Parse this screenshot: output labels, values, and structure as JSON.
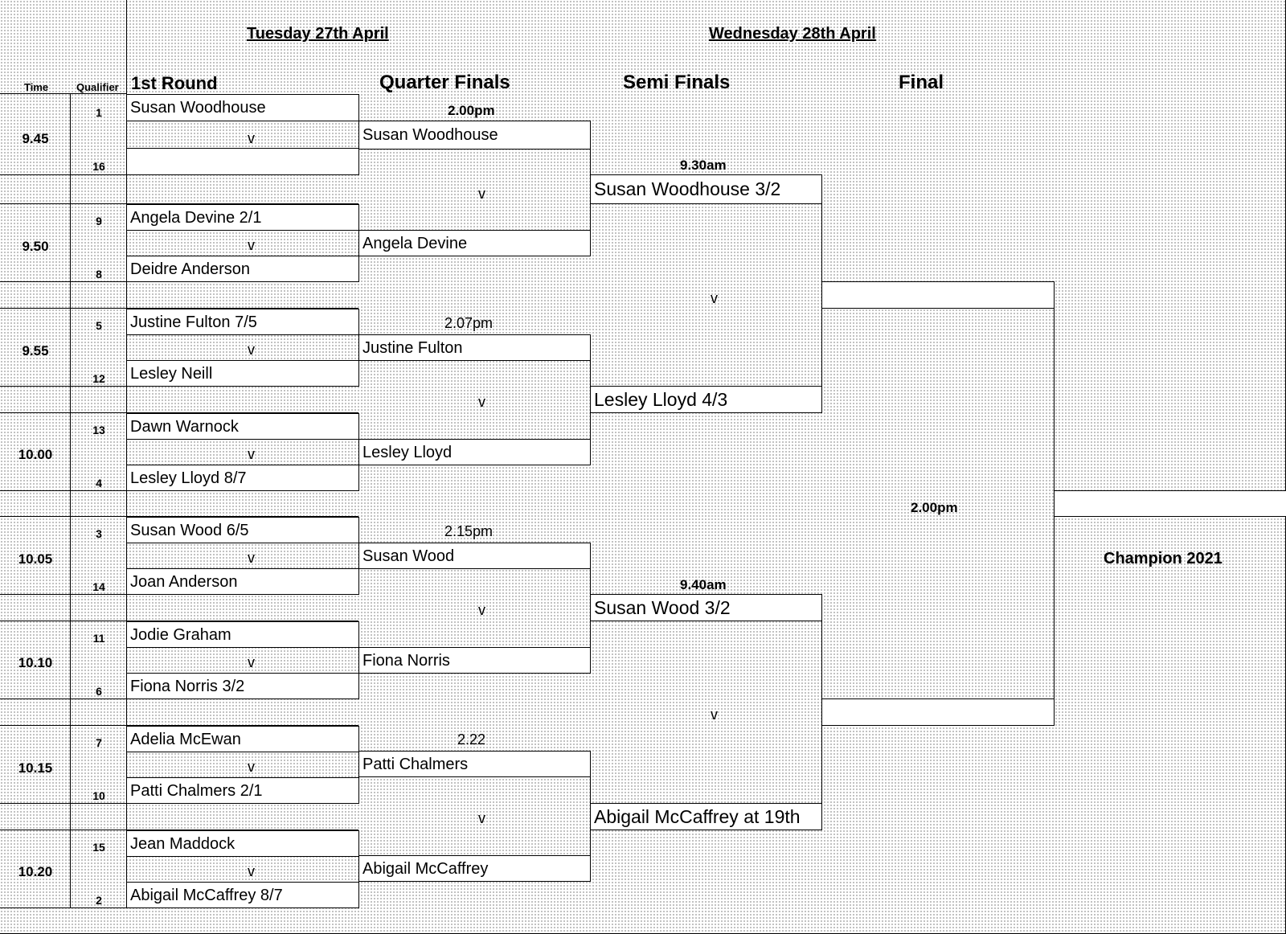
{
  "header": {
    "date_day1": "Tuesday 27th April",
    "date_day2": "Wednesday 28th April",
    "col_time": "Time",
    "col_qualifier": "Qualifier",
    "round1": "1st Round",
    "quarter_finals": "Quarter Finals",
    "semi_finals": "Semi Finals",
    "final": "Final"
  },
  "vs": "v",
  "first_round": [
    {
      "time": "9.45",
      "top": {
        "seed": "1",
        "name": "Susan Woodhouse"
      },
      "bottom": {
        "seed": "16",
        "name": ""
      }
    },
    {
      "time": "9.50",
      "top": {
        "seed": "9",
        "name": "Angela Devine    2/1"
      },
      "bottom": {
        "seed": "8",
        "name": "Deidre Anderson"
      }
    },
    {
      "time": "9.55",
      "top": {
        "seed": "5",
        "name": "Justine Fulton   7/5"
      },
      "bottom": {
        "seed": "12",
        "name": "Lesley Neill"
      }
    },
    {
      "time": "10.00",
      "top": {
        "seed": "13",
        "name": "Dawn Warnock"
      },
      "bottom": {
        "seed": "4",
        "name": "Lesley Lloyd     8/7"
      }
    },
    {
      "time": "10.05",
      "top": {
        "seed": "3",
        "name": "Susan Wood     6/5"
      },
      "bottom": {
        "seed": "14",
        "name": "Joan Anderson"
      }
    },
    {
      "time": "10.10",
      "top": {
        "seed": "11",
        "name": "Jodie Graham"
      },
      "bottom": {
        "seed": "6",
        "name": "Fiona Norris    3/2"
      }
    },
    {
      "time": "10.15",
      "top": {
        "seed": "7",
        "name": "Adelia McEwan"
      },
      "bottom": {
        "seed": "10",
        "name": "Patti Chalmers   2/1"
      }
    },
    {
      "time": "10.20",
      "top": {
        "seed": "15",
        "name": "Jean Maddock"
      },
      "bottom": {
        "seed": "2",
        "name": "Abigail McCaffrey    8/7"
      }
    }
  ],
  "quarter_finals": [
    {
      "time": "2.00pm",
      "top": "Susan Woodhouse",
      "bottom": "Angela Devine"
    },
    {
      "time": "2.07pm",
      "top": "Justine Fulton",
      "bottom": "Lesley Lloyd"
    },
    {
      "time": "2.15pm",
      "top": "Susan Wood",
      "bottom": "Fiona Norris"
    },
    {
      "time": "2.22",
      "top": "Patti Chalmers",
      "bottom": "Abigail McCaffrey"
    }
  ],
  "semi_finals": [
    {
      "time": "9.30am",
      "top": "Susan Woodhouse 3/2",
      "bottom": "Lesley Lloyd 4/3"
    },
    {
      "time": "9.40am",
      "top": "Susan Wood 3/2",
      "bottom": "Abigail McCaffrey at 19th"
    }
  ],
  "final": {
    "time": "2.00pm",
    "top": "",
    "bottom": ""
  },
  "champion": {
    "label": "Champion 2021",
    "name": ""
  }
}
